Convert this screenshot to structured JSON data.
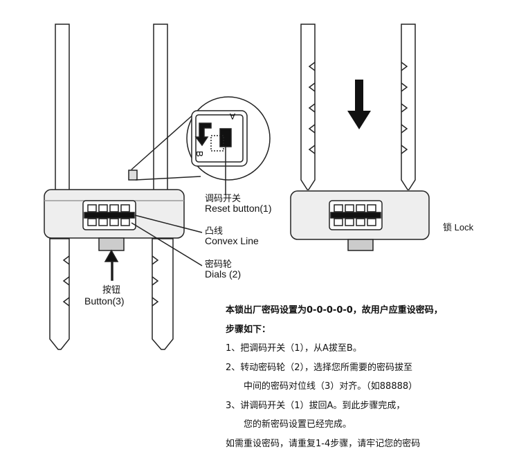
{
  "labels": {
    "reset_cn": "调码开关",
    "reset_en": "Reset button(1)",
    "convex_cn": "凸线",
    "convex_en": "Convex Line",
    "dials_cn": "密码轮",
    "dials_en": "Dials (2)",
    "button_cn": "按钮",
    "button_en": "Button(3)",
    "lock_label": "锁 Lock",
    "switch_a": "A",
    "switch_b": "B"
  },
  "instructions": {
    "intro_line1": "本锁出厂密码设置为0-0-0-0-0，故用户应重设密码，",
    "intro_line2": "步骤如下：",
    "step1": "1、把调码开关（1），从A拔至B。",
    "step2_line1": "2、转动密码轮（2），选择您所需要的密码拔至",
    "step2_line2": "中间的密码对位线（3）对齐。（如88888）",
    "step3_line1": "3、讲调码开关（1）拔回A。到此步骤完成，",
    "step3_line2": "您的新密码设置已经完成。",
    "footer": "如需重设密码，请重复1-4步骤，请牢记您的密码"
  }
}
